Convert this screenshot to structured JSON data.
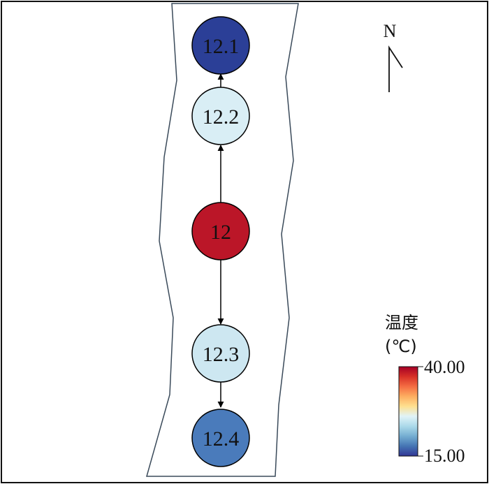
{
  "north_arrow": {
    "label": "N"
  },
  "nodes": [
    {
      "id": "n1",
      "label": "12.1",
      "value": 17.5,
      "color": "#2b3f97"
    },
    {
      "id": "n2",
      "label": "12.2",
      "value": 24.0,
      "color": "#d9eef5"
    },
    {
      "id": "n0",
      "label": "12",
      "value": 40.0,
      "color": "#bb1628"
    },
    {
      "id": "n3",
      "label": "12.3",
      "value": 23.0,
      "color": "#cde7f1"
    },
    {
      "id": "n4",
      "label": "12.4",
      "value": 19.5,
      "color": "#4a7bbb"
    }
  ],
  "edges": [
    {
      "from": "n2",
      "to": "n1"
    },
    {
      "from": "n0",
      "to": "n2"
    },
    {
      "from": "n0",
      "to": "n3"
    },
    {
      "from": "n3",
      "to": "n4"
    }
  ],
  "legend": {
    "title_line1": "温度",
    "title_line2": "(℃)",
    "max_label": "40.00",
    "min_label": "15.00",
    "max": 40.0,
    "min": 15.0,
    "colors": [
      "#a50026",
      "#d73027",
      "#f46d43",
      "#fdae61",
      "#fee090",
      "#e0f3f8",
      "#abd9e9",
      "#74add1",
      "#4575b4",
      "#313695"
    ]
  }
}
